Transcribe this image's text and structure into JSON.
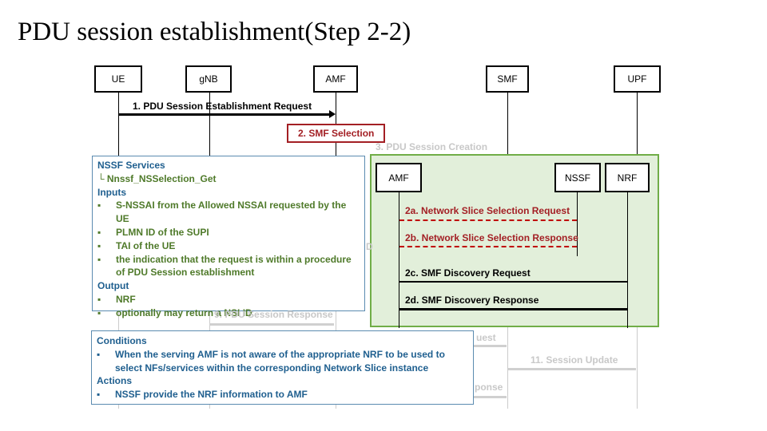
{
  "title": "PDU session establishment(Step 2-2)",
  "entities": [
    "UE",
    "gNB",
    "AMF",
    "SMF",
    "UPF"
  ],
  "messages": {
    "m1": "1. PDU Session Establishment Request",
    "m2": "2. SMF Selection"
  },
  "faded": {
    "m3": "3. PDU Session Creation",
    "m9": "9. PDU Session Response",
    "m10": "uest",
    "m11": "11. Session Update",
    "m12": "ponse",
    "d": "D"
  },
  "inset": {
    "entities": [
      "AMF",
      "NSSF",
      "NRF"
    ],
    "messages": [
      "2a. Network Slice Selection Request",
      "2b. Network Slice Selection Response",
      "2c. SMF Discovery Request",
      "2d. SMF Discovery Response"
    ]
  },
  "nssf_box": {
    "heading": "NSSF Services",
    "service": "└ Nnssf_NSSelection_Get",
    "inputs_label": "Inputs",
    "inputs": [
      "S-NSSAI from the Allowed NSSAI requested by the UE",
      "PLMN ID of the SUPI",
      "TAI of the UE",
      "the indication that the request is within a procedure of PDU Session establishment"
    ],
    "output_label": "Output",
    "outputs": [
      "NRF",
      "optionally may return a NSI ID"
    ]
  },
  "cond_box": {
    "conditions_label": "Conditions",
    "conditions": [
      "When the serving AMF is not aware of the appropriate NRF to be used to select NFs/services within the corresponding Network Slice instance"
    ],
    "actions_label": "Actions",
    "actions": [
      "NSSF provide the NRF information to AMF"
    ]
  },
  "colors": {
    "red": "#a31f24",
    "green_fill": "#e2efda",
    "green_border": "#70ad47",
    "blue_text": "#1f5f8f",
    "green_text": "#4f7a2a"
  },
  "bullet": "▪"
}
